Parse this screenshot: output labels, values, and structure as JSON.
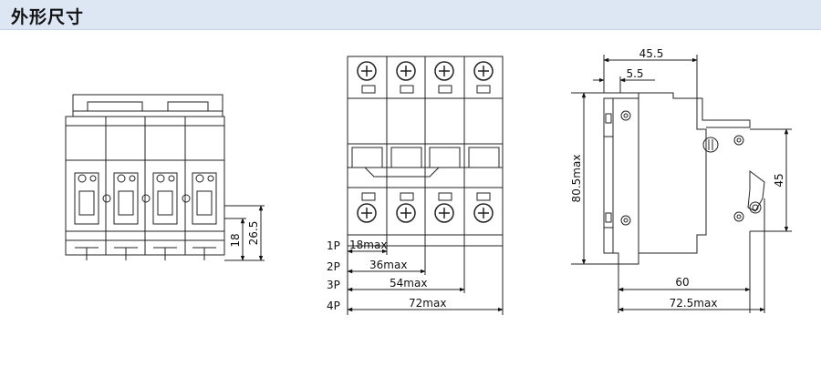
{
  "header": {
    "title": "外形尺寸"
  },
  "side_view": {
    "dim_width": "45.5",
    "dim_offset": "5.5",
    "dim_height": "80.5max",
    "dim_mid": "45",
    "dim_depth1": "60",
    "dim_depth2": "72.5max"
  },
  "front_view": {
    "dim_18": "18",
    "dim_26": "26.5"
  },
  "front_right": {
    "rows": [
      {
        "pole": "1P",
        "dim": "18max"
      },
      {
        "pole": "2P",
        "dim": "36max"
      },
      {
        "pole": "3P",
        "dim": "54max"
      },
      {
        "pole": "4P",
        "dim": "72max"
      }
    ]
  },
  "colors": {
    "header_bg": "#dde6f3",
    "line": "#222222"
  }
}
